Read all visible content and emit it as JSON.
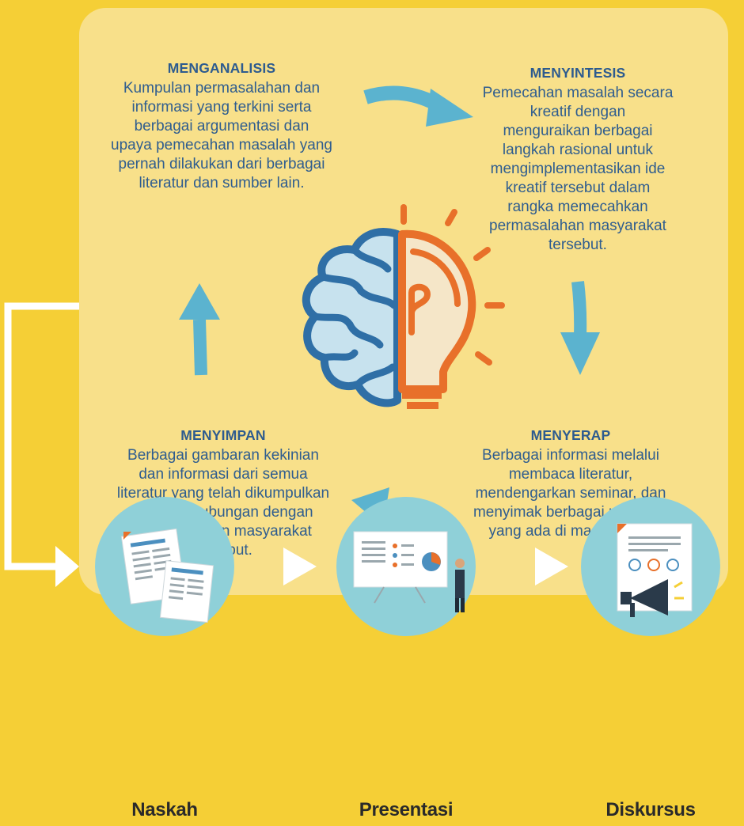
{
  "steps": {
    "menganalisis": {
      "title": "MENGANALISIS",
      "lines": [
        "Kumpulan permasalahan dan",
        "informasi yang terkini serta",
        "berbagai argumentasi dan",
        "upaya pemecahan masalah yang",
        "pernah dilakukan dari berbagai",
        "literatur dan sumber lain."
      ]
    },
    "menyintesis": {
      "title": "MENYINTESIS",
      "lines": [
        "Pemecahan masalah secara",
        "kreatif dengan",
        "menguraikan berbagai",
        "langkah rasional untuk",
        "mengimplementasikan ide",
        "kreatif tersebut dalam",
        "rangka memecahkan",
        "permasalahan masyarakat",
        "tersebut."
      ]
    },
    "menyimpan": {
      "title": "MENYIMPAN",
      "lines": [
        "Berbagai gambaran kekinian",
        "dan informasi dari semua",
        "literatur yang telah dikumpulkan",
        "yang berhubungan dengan",
        "permasalahan masyarakat",
        "tersebut."
      ]
    },
    "menyerap": {
      "title": "MENYERAP",
      "lines": [
        "Berbagai informasi melalui",
        "membaca literatur,",
        "mendengarkan seminar, dan",
        "menyimak berbagai peristiwa",
        "yang ada di masyarakat."
      ]
    }
  },
  "outputs": [
    "Naskah",
    "Presentasi",
    "Diskursus"
  ],
  "colors": {
    "background": "#f5cf36",
    "panel": "#f8e08a",
    "heading": "#2d5b8f",
    "arrow": "#5bb3cf",
    "brain": "#2f6fa6",
    "bulb": "#e8702a",
    "circle": "#8fd0d8"
  }
}
